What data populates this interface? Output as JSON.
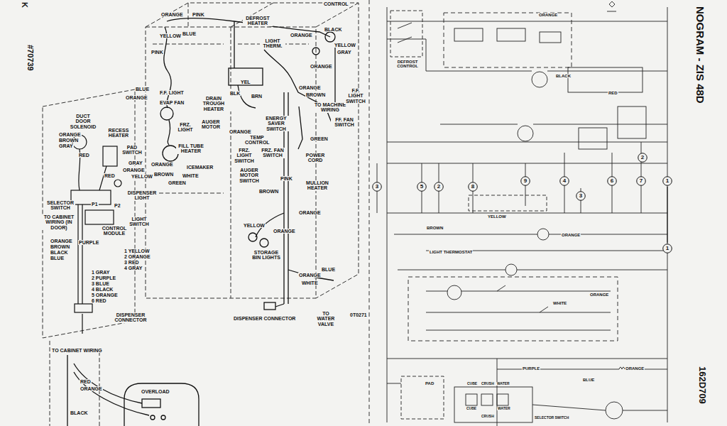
{
  "diagram": {
    "title": "NOGRAM - ZIS 48D",
    "nodes": [
      {
        "text": [
          "2"
        ]
      },
      {
        "text": [
          "9"
        ]
      },
      {
        "text": [
          "4"
        ]
      },
      {
        "text": [
          "6"
        ]
      },
      {
        "text": [
          "7"
        ]
      },
      {
        "text": [
          "1"
        ]
      },
      {
        "text": [
          "3"
        ]
      },
      {
        "text": [
          "5"
        ]
      },
      {
        "text": [
          "2"
        ]
      },
      {
        "text": [
          "8"
        ]
      },
      {
        "text": [
          "3"
        ]
      },
      {
        "text": [
          "1"
        ]
      }
    ],
    "edges": [
      {
        "from": 5,
        "to": 11,
        "arrow": "none"
      }
    ],
    "labels": [
      "K",
      "#70739",
      "ORANGE",
      "PINK",
      "YELLOW",
      "BLUE",
      "PINK",
      "DEFROST HEATER",
      "LIGHT THERM.",
      "ORANGE",
      "BLACK",
      "CONTROL",
      "YELLOW",
      "GRAY",
      "ORANGE",
      "ORANGE",
      "BLUE",
      "F.F. LIGHT",
      "EVAP FAN",
      "DRAIN TROUGH HEATER",
      "FRZ. LIGHT",
      "AUGER MOTOR",
      "FILL TUBE HEATER",
      "ICEMAKER",
      "ORANGE",
      "BROWN",
      "WHITE",
      "GREEN",
      "YEL",
      "BLK",
      "BRN",
      "ORANGE",
      "BROWN",
      "TO MACHINE WIRING",
      "F.F. LIGHT SWITCH",
      "ENERGY SAVER SWITCH",
      "FF. FAN SWITCH",
      "ORANGE",
      "TEMP CONTROL",
      "GREEN",
      "FRZ. LIGHT SWITCH",
      "FRZ. FAN SWITCH",
      "POWER CORD",
      "AUGER MOTOR SWITCH",
      "PINK",
      "MULLION HEATER",
      "BROWN",
      "ORANGE",
      "YELLOW",
      "ORANGE",
      "STORAGE BIN LIGHTS",
      "ORANGE",
      "BLUE",
      "WHITE",
      "DISPENSER CONNECTOR",
      "TO WATER VALVE",
      "0T0271",
      "DUCT DOOR SOLENOID",
      "RECESS HEATER",
      "ORANGE",
      "BROWN",
      "GRAY",
      "RED",
      "PAD SWITCH",
      "GRAY",
      "ORANGE",
      "YELLOW",
      "RED",
      "DISPENSER LIGHT",
      "SELECTOR SWITCH",
      "TO CABINET WIRING (IN DOOR)",
      "P1",
      "P2",
      "LIGHT SWITCH",
      "CONTROL MODULE",
      "PURPLE",
      "ORANGE",
      "BROWN",
      "BLACK",
      "BLUE",
      "1 YELLOW",
      "2 ORANGE",
      "3 RED",
      "4 GRAY",
      "1 GRAY",
      "2 PURPLE",
      "3 BLUE",
      "4 BLACK",
      "5 ORANGE",
      "6 RED",
      "DISPENSER CONNECTOR",
      "TO CABINET WIRING",
      "RED",
      "ORANGE",
      "OVERLOAD",
      "BLACK",
      "DEFROST CONTROL",
      "ORANGE",
      "BLACK",
      "RED",
      "YELLOW",
      "ORANGE",
      "BROWN",
      "LIGHT THERMOSTAT",
      "WHITE",
      "ORANGE",
      "PURPLE",
      "ORANGE",
      "BLUE",
      "PAD",
      "CUBE",
      "CRUSH",
      "WATER",
      "CUBE",
      "CRUSH",
      "WATER",
      "SELECTOR SWITCH",
      "162D709"
    ]
  }
}
